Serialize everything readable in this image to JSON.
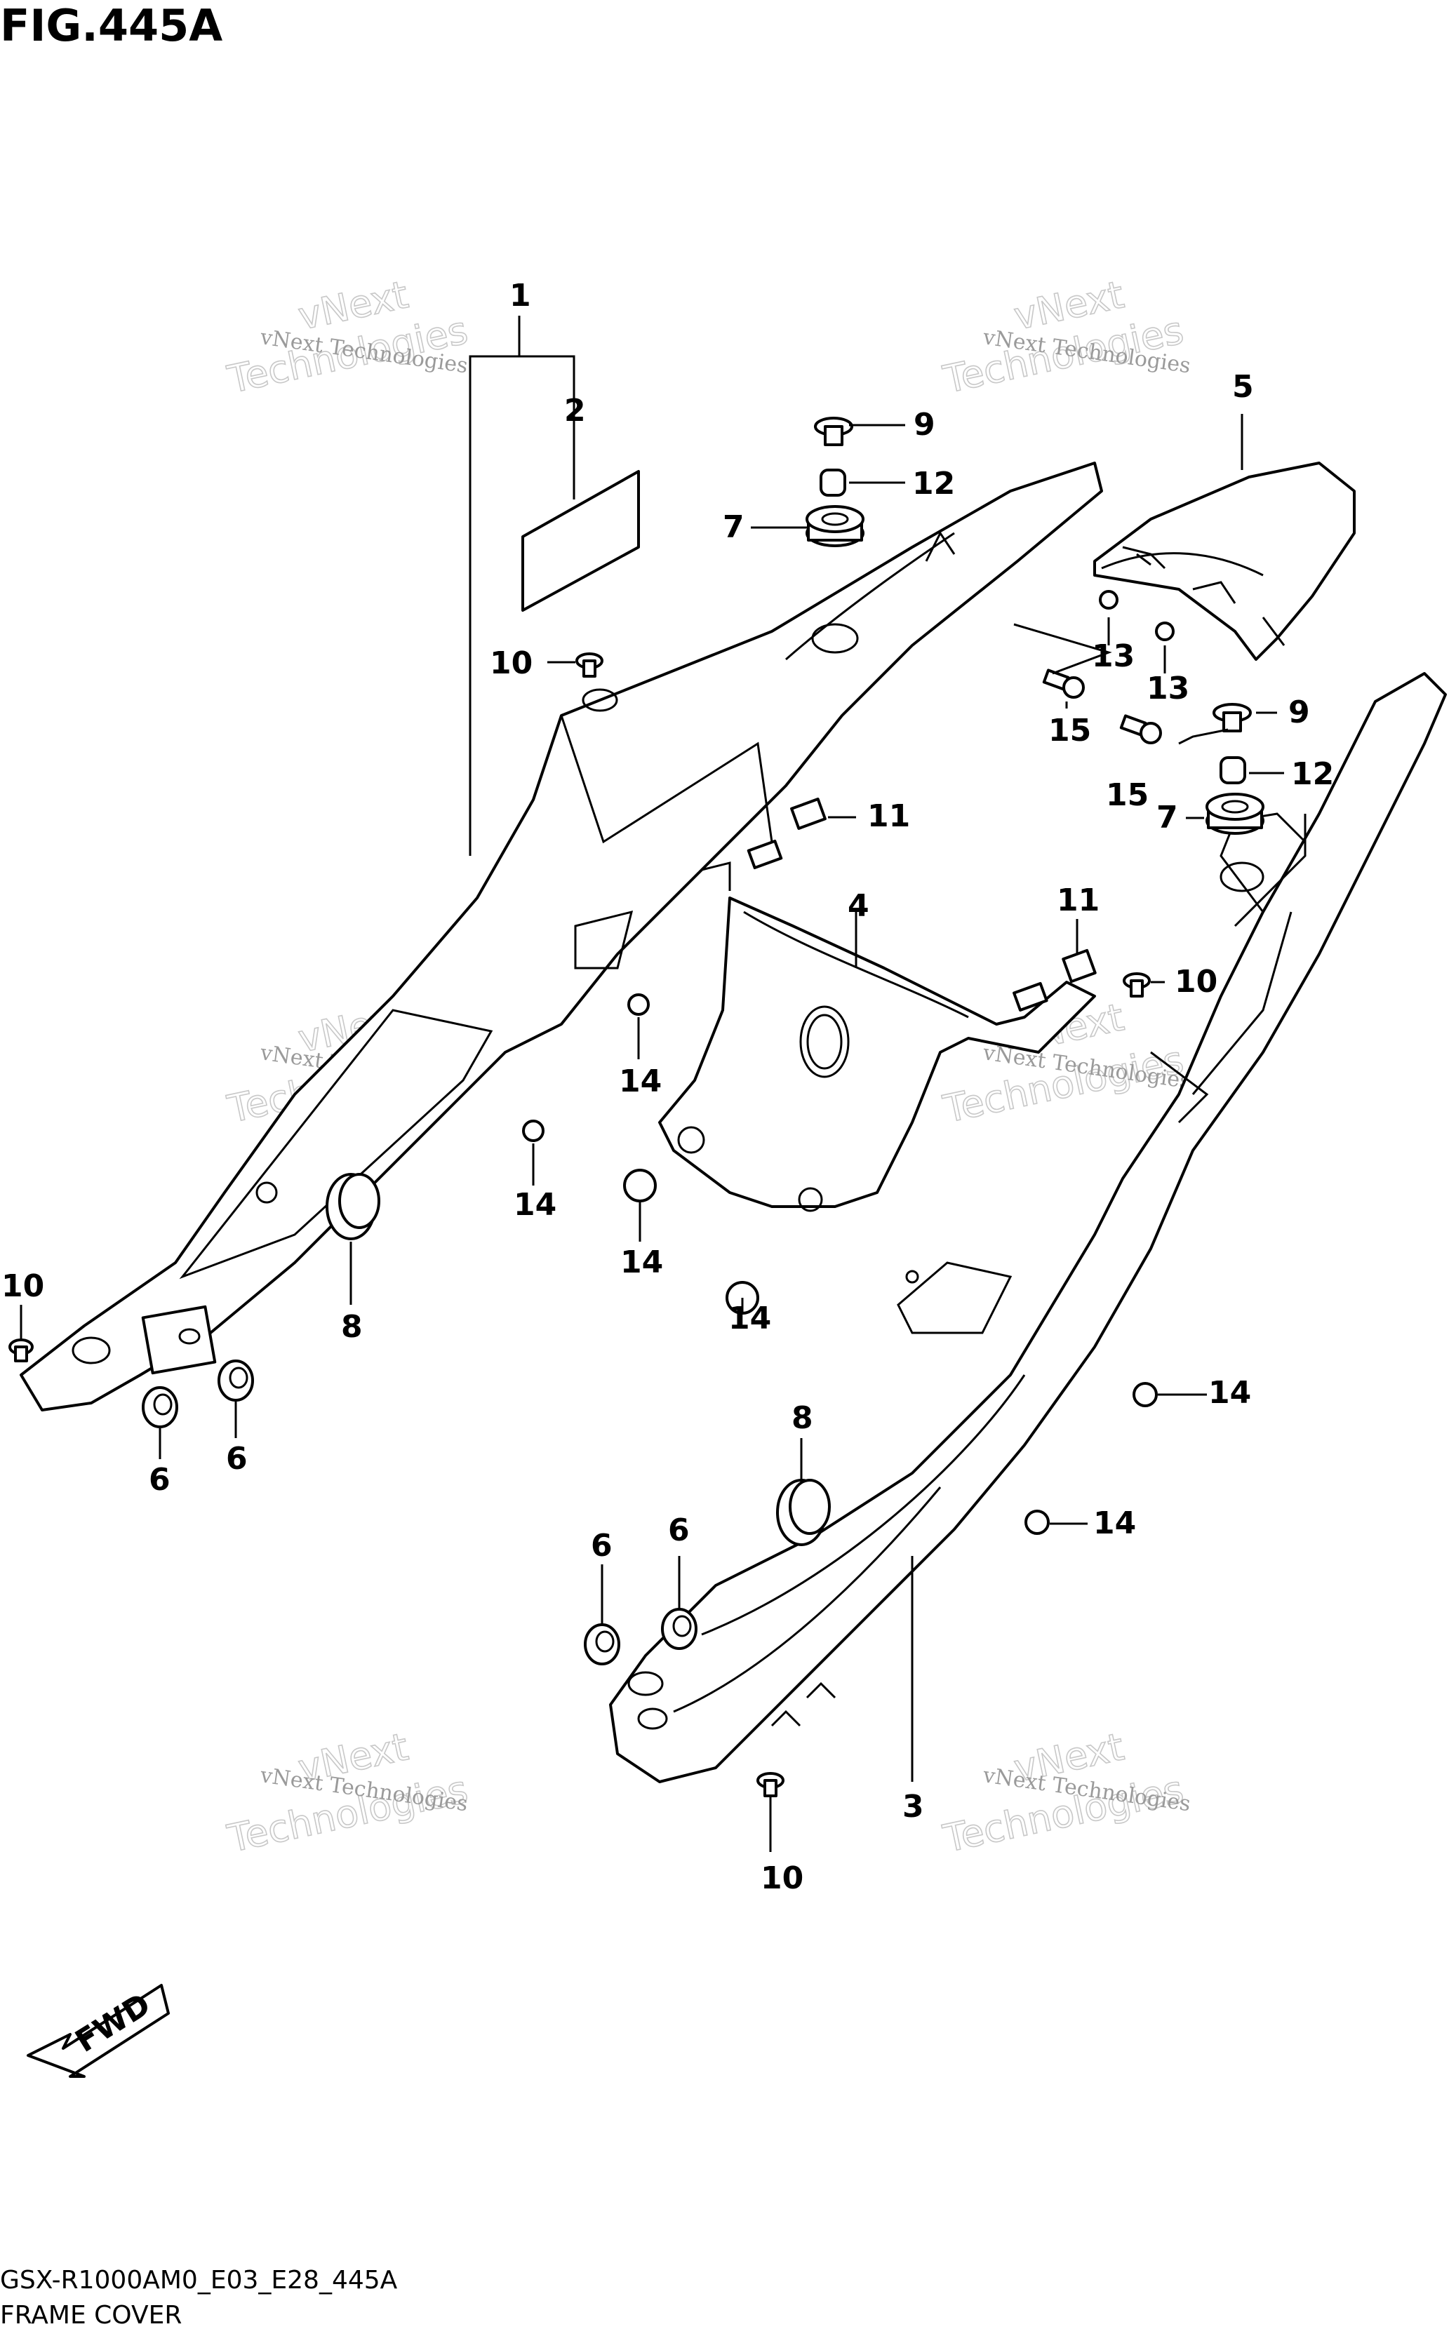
{
  "figure": {
    "title": "FIG.445A",
    "model_code": "GSX-R1000AM0_E03_E28_445A",
    "name": "FRAME COVER"
  },
  "direction_arrow": {
    "label": "FWD"
  },
  "watermark": {
    "line1": "vNext Technologies",
    "line2": "vNext",
    "line3": "Technologies"
  },
  "callouts": {
    "c1": "1",
    "c2": "2",
    "c3": "3",
    "c4": "4",
    "c5": "5",
    "c6a": "6",
    "c6b": "6",
    "c6c": "6",
    "c6d": "6",
    "c7a": "7",
    "c7b": "7",
    "c8a": "8",
    "c8b": "8",
    "c9a": "9",
    "c9b": "9",
    "c10a": "10",
    "c10b": "10",
    "c10c": "10",
    "c10d": "10",
    "c11a": "11",
    "c11b": "11",
    "c12a": "12",
    "c12b": "12",
    "c13a": "13",
    "c13b": "13",
    "c14a": "14",
    "c14b": "14",
    "c14c": "14",
    "c14d": "14",
    "c14e": "14",
    "c14f": "14",
    "c15a": "15",
    "c15b": "15"
  }
}
